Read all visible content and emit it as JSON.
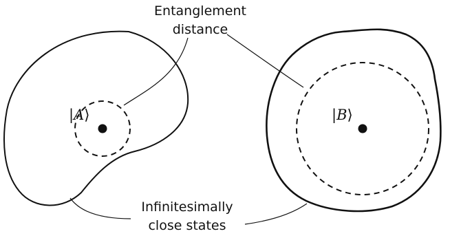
{
  "labels": {
    "top_line1": "Entanglement",
    "top_line2": "distance",
    "bottom_line1": "Infinitesimally",
    "bottom_line2": "close states"
  },
  "states": {
    "a": {
      "bar": "|",
      "letter": "A",
      "angle": "⟩"
    },
    "b": {
      "bar": "|",
      "letter": "B",
      "angle": "⟩"
    }
  },
  "colors": {
    "ink": "#111111",
    "background": "#ffffff"
  }
}
